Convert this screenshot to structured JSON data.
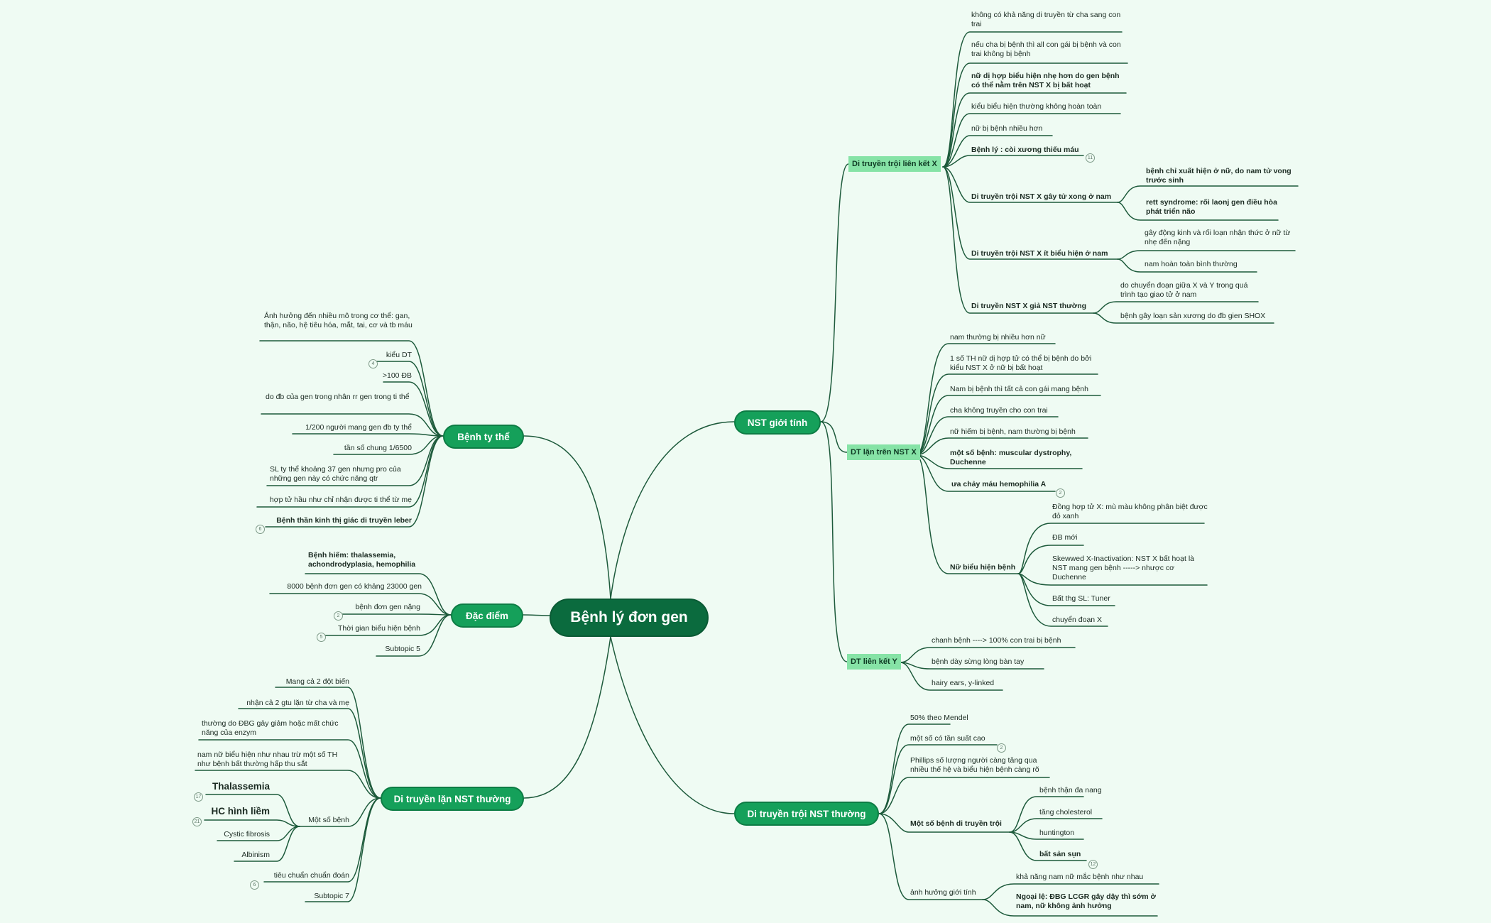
{
  "root": "Bệnh lý đơn gen",
  "nst_gioi_tinh": {
    "label": "NST giới tính",
    "troi_x": {
      "label": "Di truyền trội liên kết X",
      "items": [
        "không có khả năng di truyền từ cha sang con trai",
        "nếu cha bị bệnh thì all con gái bị bệnh và con trai không bị bệnh",
        "nữ dị hợp biểu hiện nhẹ hơn do gen bệnh có thể nằm trên NST X bị bất hoạt",
        "kiểu biểu hiện thường không hoàn toàn",
        "nữ bị bệnh nhiều hơn",
        "Bệnh lý : còi xương thiếu máu",
        "Di truyền trội NST X gây tử xong ở nam",
        "Di truyền trội NST X ít biểu hiện ở nam",
        "Di truyền NST X giả NST thường"
      ],
      "tu_vong": [
        "bệnh chỉ xuất hiện ở nữ, do nam tử vong trước sinh",
        "rett syndrome: rối laonj gen điều hòa phát triển não"
      ],
      "it_bieu_hien": [
        "gây động kinh và rối loạn nhận thức ở nữ từ nhẹ đến nặng",
        "nam hoàn toàn bình thường"
      ],
      "gia_thuong": [
        "do chuyển đoạn giữa X và Y trong quá trình tạo giao tử ở nam",
        "bệnh gây loạn sản xương do đb gien SHOX"
      ],
      "badge": "11"
    },
    "lan_x": {
      "label": "DT lặn trên NST X",
      "items": [
        "nam thường bị nhiều hơn nữ",
        "1 số TH nữ dị hợp tử có thể bị bệnh do bởi kiểu NST X ở nữ bị bất hoạt",
        "Nam bị bệnh thì tất cả con gái mang bệnh",
        "cha không truyền cho con trai",
        "nữ hiếm bị bệnh, nam thường bị bệnh",
        "một số bệnh: muscular dystrophy, Duchenne",
        "ưa chảy máu hemophilia A",
        "Nữ biểu hiện bệnh"
      ],
      "nu_bieu_hien": [
        "Đồng hợp tử X: mù màu không phân biệt được đỏ xanh",
        "ĐB mới",
        "Skewwed X-Inactivation: NST X bất hoạt là NST mang gen bệnh -----> nhược cơ Duchenne",
        "Bất thg SL: Tuner",
        "chuyển đoạn X"
      ],
      "badge": "2"
    },
    "lien_y": {
      "label": "DT liên kết Y",
      "items": [
        "chanh bệnh ----> 100% con trai bị bệnh",
        "bệnh dày sừng lòng bàn tay",
        "hairy ears, y-linked"
      ]
    }
  },
  "troi_thuong": {
    "label": "Di truyền trội NST thường",
    "items": [
      "50% theo Mendel",
      "một số có tần suất cao",
      "Phillips số lượng người càng tăng qua nhiều thế hệ và biểu hiện bệnh càng rõ",
      "Một số bệnh di truyền trội",
      "ảnh hưởng giới tính"
    ],
    "mot_so_benh": [
      "bệnh thận đa nang",
      "tăng cholesterol",
      "huntington",
      "bất sản sụn"
    ],
    "gioi_tinh": [
      "khả năng nam nữ mắc bệnh như nhau",
      "Ngoại lệ: ĐBG LCGR gây dậy thì sớm ở nam, nữ không ảnh hưởng"
    ],
    "badge_tan_suat": "2",
    "badge_bat_san": "12"
  },
  "ty_the": {
    "label": "Bệnh ty thể",
    "items": [
      "Ảnh hưởng đến nhiều mô trong cơ thể: gan, thận, não, hệ tiêu hóa, mắt, tai, cơ và tb máu",
      "kiểu DT",
      ">100 ĐB",
      "do đb của gen trong nhân rr gen trong ti thể",
      "1/200 người mang gen đb ty thể",
      "tần số chung 1/6500",
      "SL ty thể khoảng 37 gen nhưng pro của những gen này có chức năng qtr",
      "hợp tử hầu như chỉ nhận được ti thể từ mẹ",
      "Bệnh thần kinh thị giác di truyền leber"
    ],
    "badge_kieu": "4",
    "badge_leber": "6"
  },
  "dac_diem": {
    "label": "Đặc điểm",
    "items": [
      "Bệnh hiếm: thalassemia, achondrodyplasia, hemophilia",
      "8000 bệnh đơn gen có khảng 23000 gen",
      "bệnh đơn gen nặng",
      "Thời gian biểu hiện bệnh",
      "Subtopic 5"
    ],
    "badge_nang": "2",
    "badge_thoi_gian": "5"
  },
  "lan_thuong": {
    "label": "Di truyền lặn NST thường",
    "items": [
      "Mang cả 2 đột biến",
      "nhận cả 2 gtu lặn từ cha và mẹ",
      "thường do ĐBG gây giảm hoặc mất chức năng của enzym",
      "nam nữ biểu hiện như nhau trừ một số TH như bệnh bất thường hấp thu sắt",
      "Một số bệnh",
      "tiêu chuẩn chuẩn đoán",
      "Subtopic 7"
    ],
    "mot_so_benh": [
      "Thalassemia",
      "HC hình liềm",
      "Cystic fibrosis",
      "Albinism"
    ],
    "badge_thal": "17",
    "badge_hc": "21",
    "badge_tieu_chuan": "6"
  }
}
